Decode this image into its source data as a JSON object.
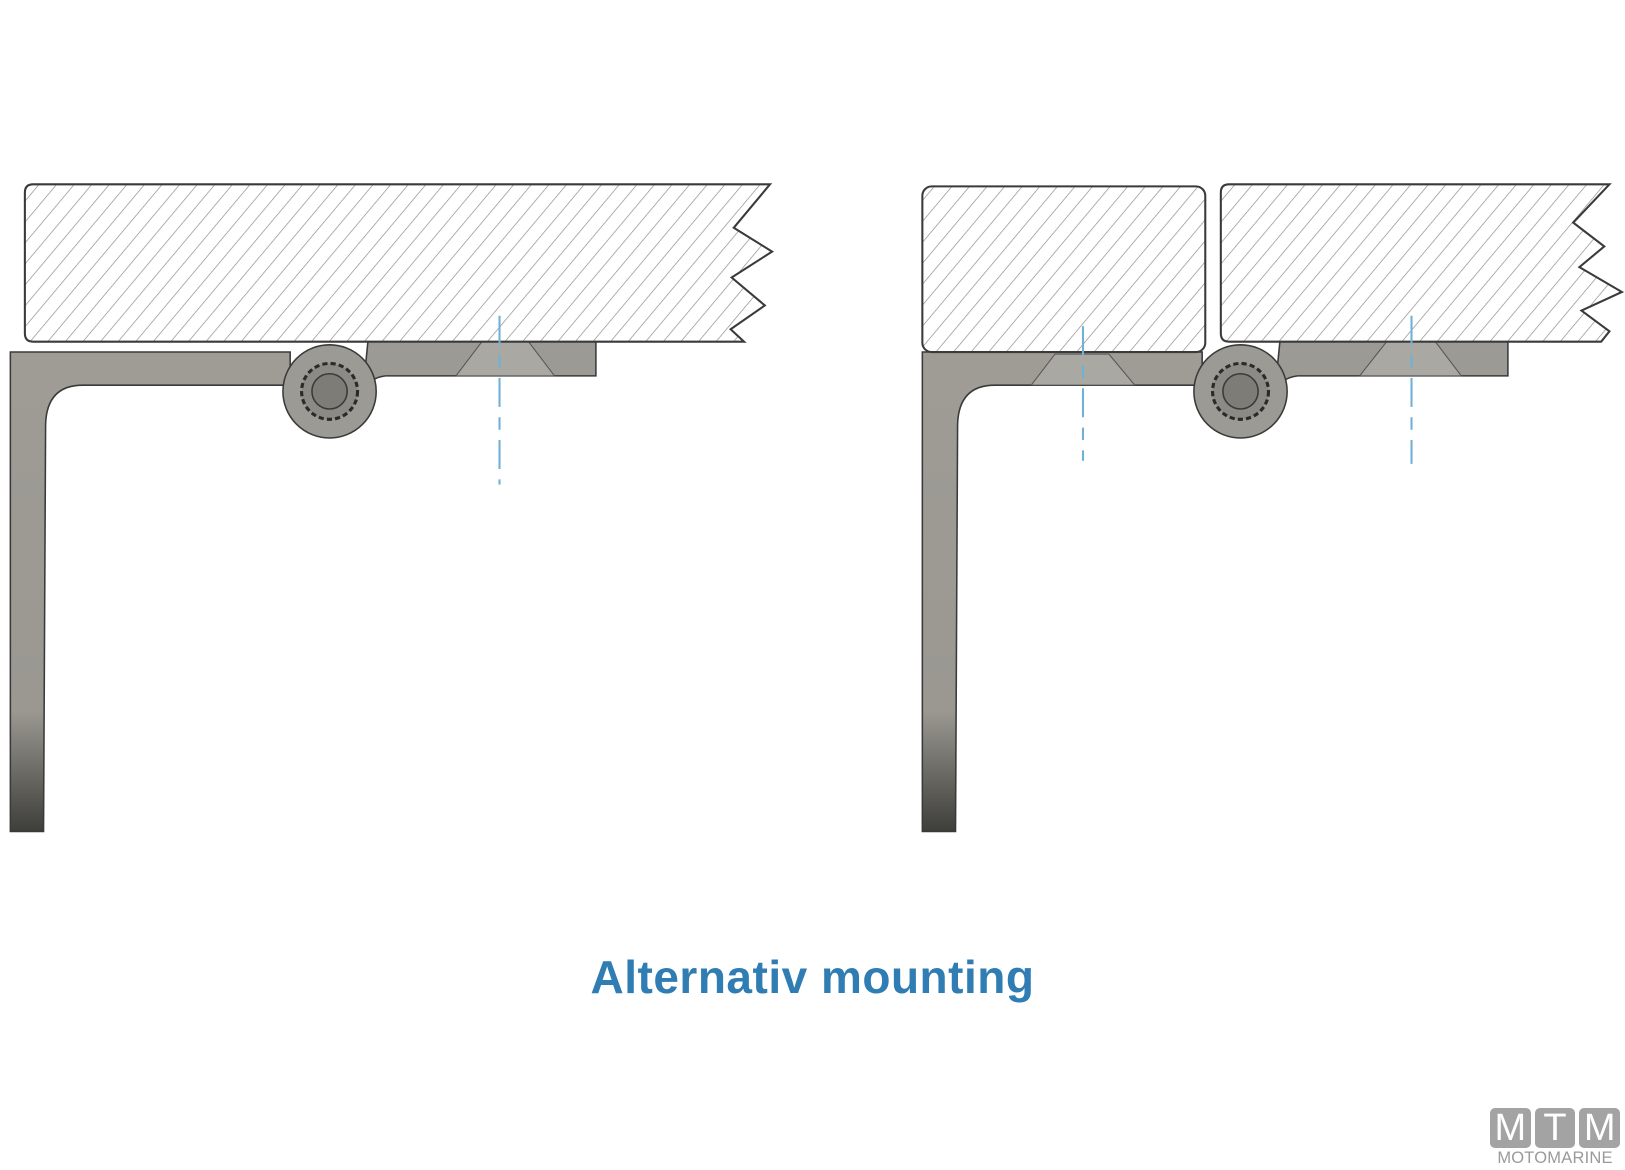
{
  "caption": "Alternativ mounting",
  "logo": {
    "letters": [
      "M",
      "T",
      "M"
    ],
    "wordmark": "MOTOMARINE"
  },
  "colors": {
    "metal": "#9c9a94",
    "metal_dark": "#4a4a46",
    "outline": "#3a3a3a",
    "hatch": "#8a8a8a",
    "axis_line": "#6fb0d6",
    "caption": "#2f7db3"
  }
}
